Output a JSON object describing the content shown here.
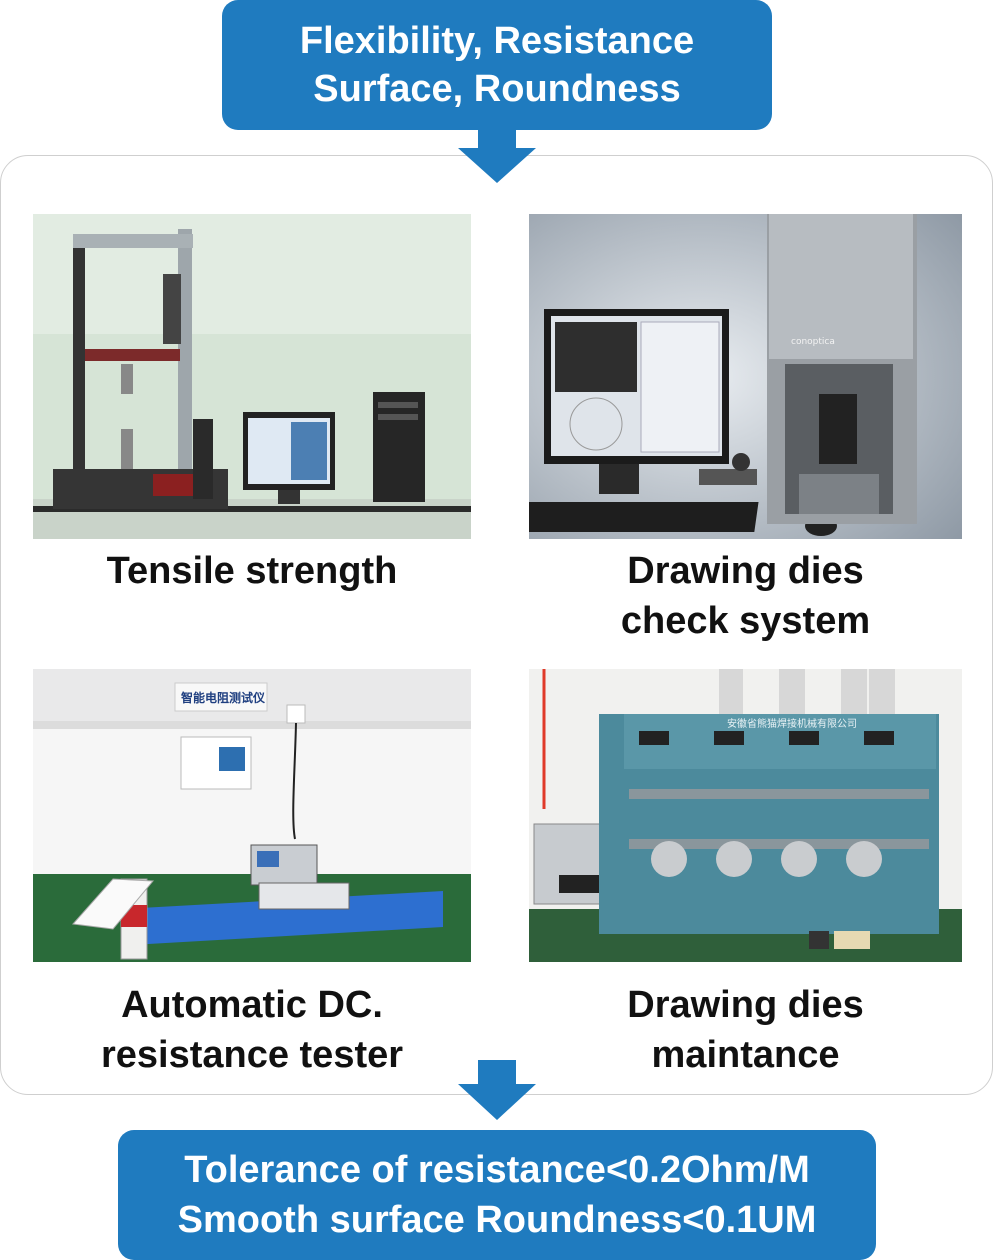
{
  "top_box": {
    "line1": "Flexibility, Resistance",
    "line2": "Surface, Roundness"
  },
  "items": [
    {
      "caption_line1": "Tensile strength",
      "caption_line2": "",
      "photo": "tensile-tester-photo"
    },
    {
      "caption_line1": "Drawing dies",
      "caption_line2": "check system",
      "photo": "die-check-system-photo"
    },
    {
      "caption_line1": "Automatic DC.",
      "caption_line2": "resistance tester",
      "photo": "resistance-tester-photo"
    },
    {
      "caption_line1": "Drawing dies",
      "caption_line2": "maintance",
      "photo": "die-maintenance-machine-photo"
    }
  ],
  "photo_text": {
    "lab_sign": "智能电阻测试仪",
    "machine_plate": "安徽省熊猫焊接机械有限公司",
    "device_brand": "conoptica"
  },
  "bottom_box": {
    "line1": "Tolerance of resistance<0.2Ohm/M",
    "line2": "Smooth surface Roundness<0.1UM"
  },
  "colors": {
    "accent": "#1f7bbf",
    "panel_border": "#cfcfcf"
  }
}
